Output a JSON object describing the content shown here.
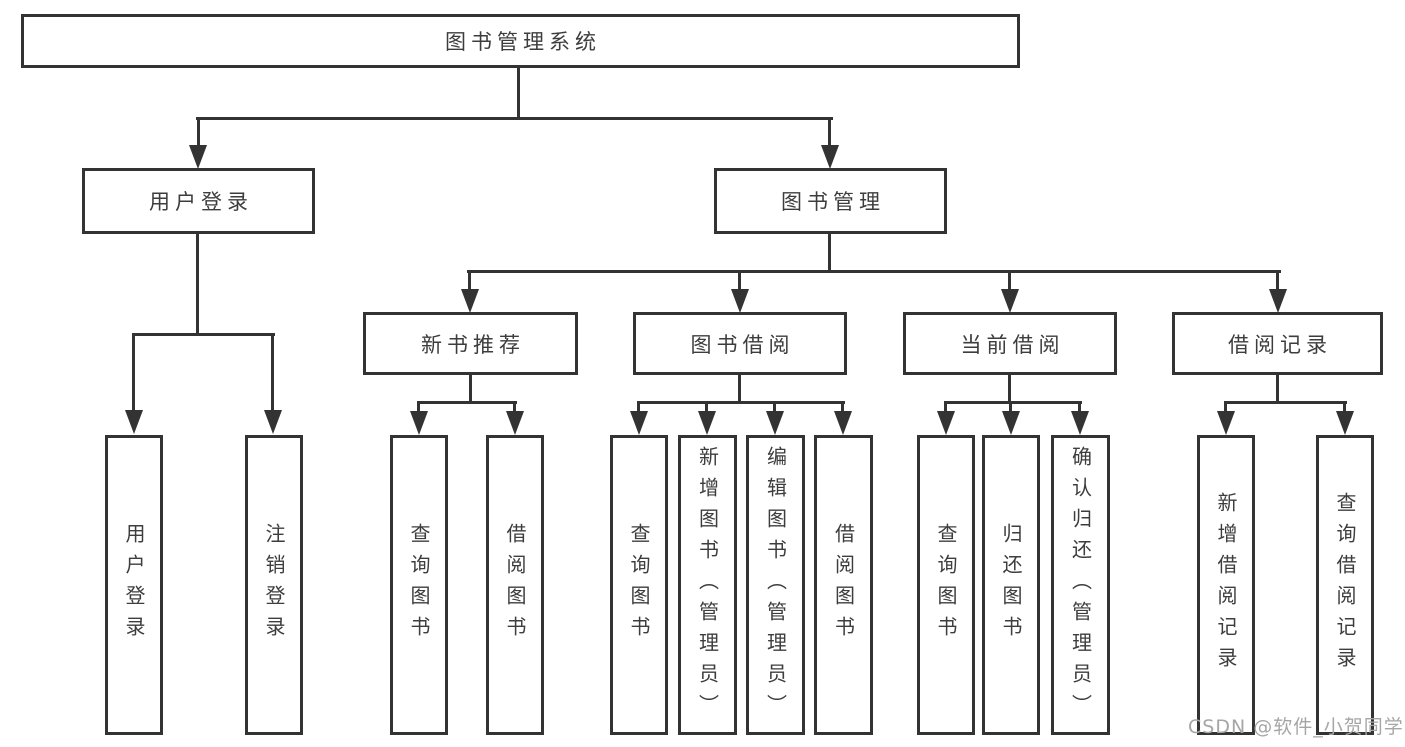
{
  "watermark": "CSDN @软件_小贺同学",
  "colors": {
    "line": "#333333",
    "text": "#3d3d3d",
    "background": "#ffffff",
    "watermark": "#a6a6a6"
  },
  "tree": {
    "label": "图书管理系统",
    "children": [
      {
        "label": "用户登录",
        "children": [
          {
            "label": "用户登录"
          },
          {
            "label": "注销登录"
          }
        ]
      },
      {
        "label": "图书管理",
        "children": [
          {
            "label": "新书推荐",
            "children": [
              {
                "label": "查询图书"
              },
              {
                "label": "借阅图书"
              }
            ]
          },
          {
            "label": "图书借阅",
            "children": [
              {
                "label": "查询图书"
              },
              {
                "label": "新增图书（管理员）"
              },
              {
                "label": "编辑图书（管理员）"
              },
              {
                "label": "借阅图书"
              }
            ]
          },
          {
            "label": "当前借阅",
            "children": [
              {
                "label": "查询图书"
              },
              {
                "label": "归还图书"
              },
              {
                "label": "确认归还（管理员）"
              }
            ]
          },
          {
            "label": "借阅记录",
            "children": [
              {
                "label": "新增借阅记录"
              },
              {
                "label": "查询借阅记录"
              }
            ]
          }
        ]
      }
    ]
  }
}
